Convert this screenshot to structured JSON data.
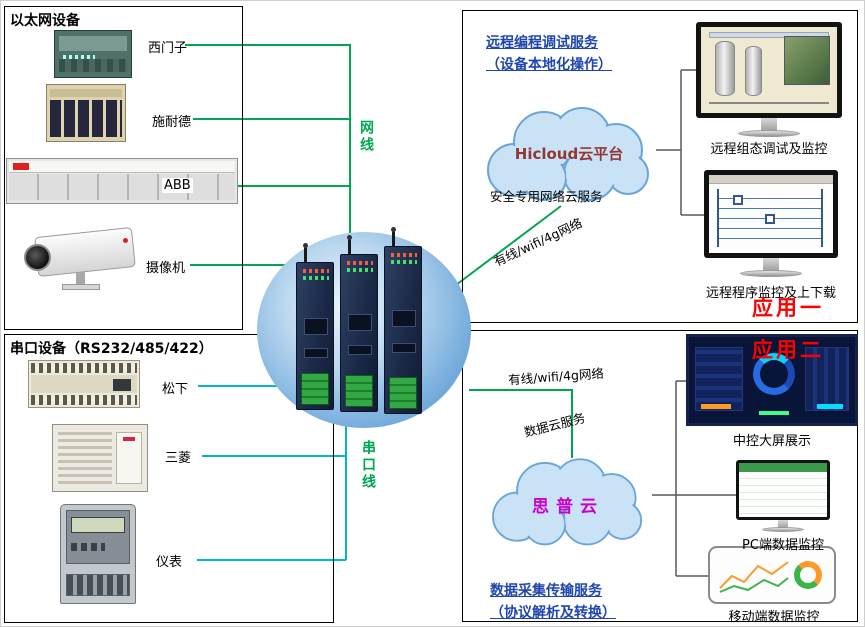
{
  "ethernet_box": {
    "title": "以太网设备",
    "devices": [
      {
        "label": "西门子"
      },
      {
        "label": "施耐德"
      },
      {
        "label": "ABB"
      },
      {
        "label": "摄像机"
      }
    ]
  },
  "serial_box": {
    "title": "串口设备（RS232/485/422）",
    "devices": [
      {
        "label": "松下"
      },
      {
        "label": "三菱"
      },
      {
        "label": "仪表"
      }
    ]
  },
  "cables": {
    "ethernet_label": "网线",
    "serial_label": "串口线"
  },
  "app1": {
    "badge": "应用一",
    "service_title": "远程编程调试服务",
    "service_subtitle": "（设备本地化操作）",
    "cloud_name": "Hicloud云平台",
    "cloud_caption": "安全专用网络云服务",
    "network_label": "有线/wifi/4g网络",
    "monitors": [
      {
        "label": "远程组态调试及监控"
      },
      {
        "label": "远程程序监控及上下载"
      }
    ]
  },
  "app2": {
    "badge": "应用二",
    "network_label": "有线/wifi/4g网络",
    "cloud_caption": "数据云服务",
    "cloud_name": "思普云",
    "service_title": "数据采集传输服务",
    "service_subtitle": "（协议解析及转换）",
    "displays": [
      {
        "label": "中控大屏展示"
      },
      {
        "label": "PC端数据监控"
      },
      {
        "label": "移动端数据监控"
      }
    ]
  },
  "colors": {
    "ethernet_line": "#00a650",
    "serial_line": "#00b8c8",
    "badge_red": "#ff0000",
    "service_title_blue": "#1f45b0",
    "hicloud_text": "#943634",
    "sipu_text": "#cc00cc",
    "cloud_fill": "#c9e2f5",
    "cloud_stroke": "#6aa5d8",
    "hub_ellipse": "#5e9ad0"
  }
}
